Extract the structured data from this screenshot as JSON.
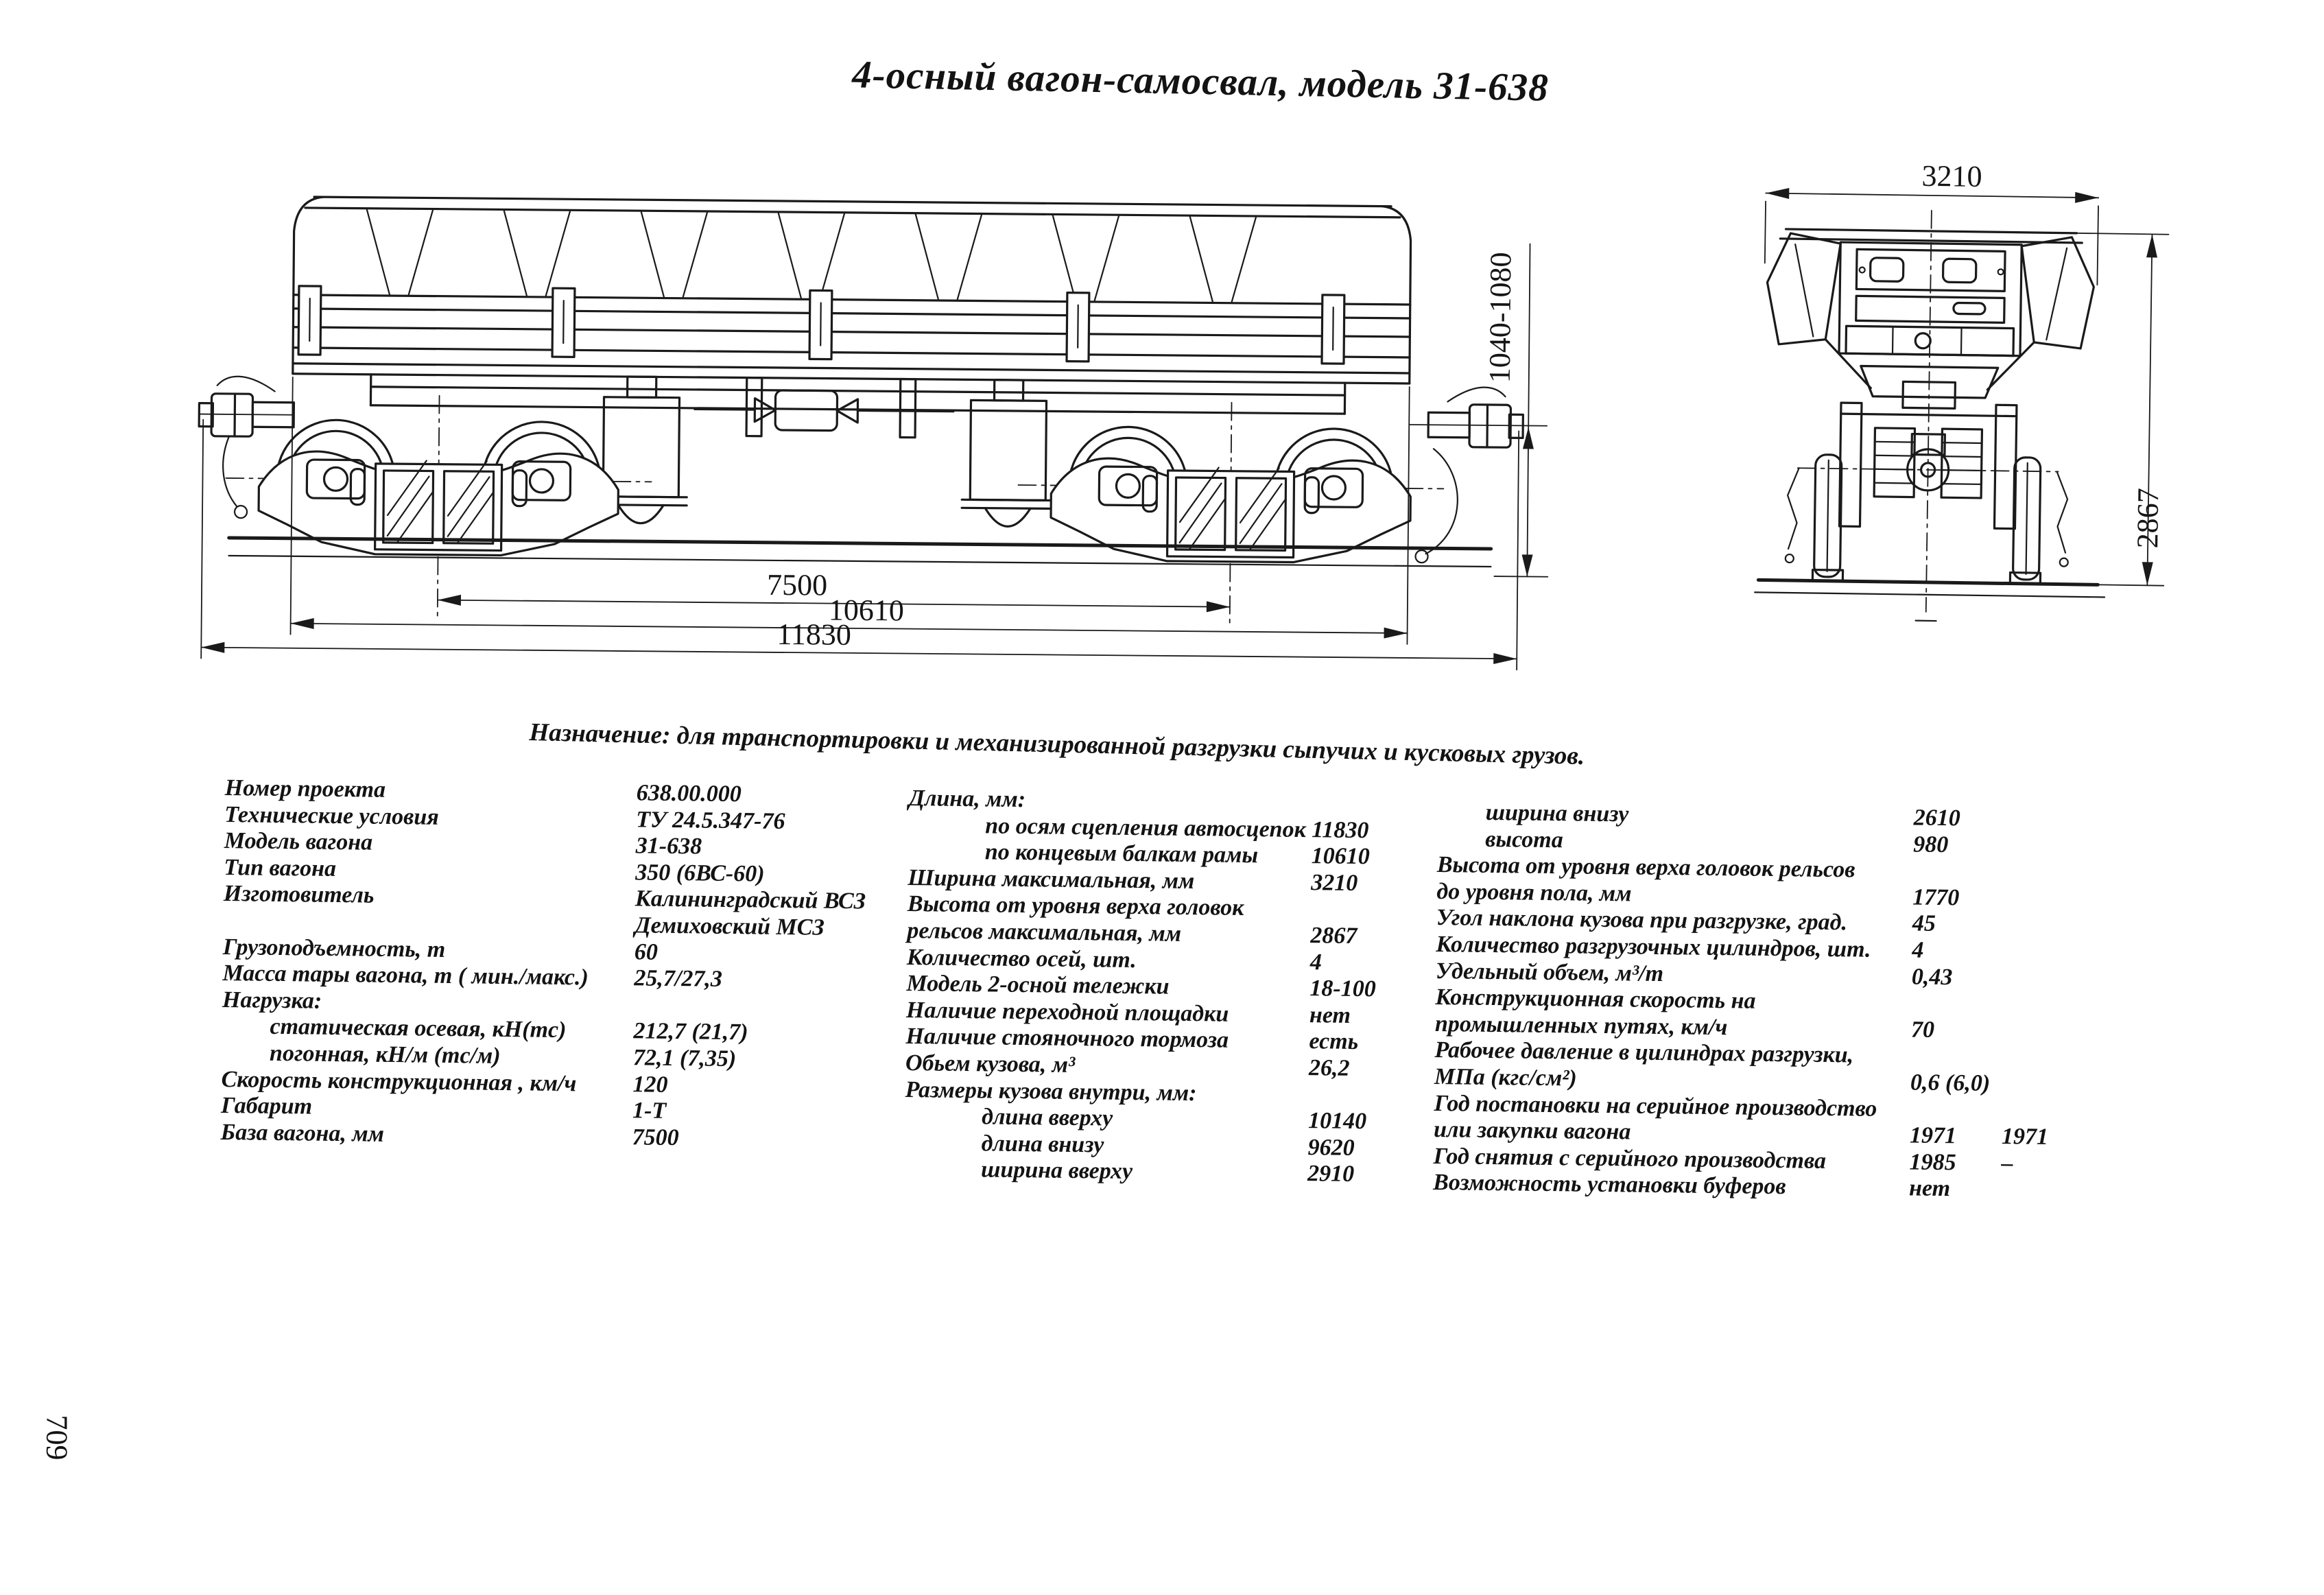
{
  "page": {
    "title": "4-осный вагон-самосвал, модель 31-638",
    "purpose": "Назначение: для транспортировки и механизированной разгрузки сыпучих и кусковых грузов.",
    "page_number": "709"
  },
  "drawing": {
    "side": {
      "base": "7500",
      "frame_length": "10610",
      "coupler_length": "11830",
      "coupler_height": "1040-1080"
    },
    "end": {
      "width": "3210",
      "height": "2867"
    }
  },
  "specs": {
    "left": {
      "rows": [
        {
          "label": "Номер проекта",
          "value": "638.00.000"
        },
        {
          "label": "Технические условия",
          "value": "ТУ 24.5.347-76"
        },
        {
          "label": "Модель вагона",
          "value": "31-638"
        },
        {
          "label": "Тип вагона",
          "value": "350 (6ВС-60)"
        },
        {
          "label": "Изготовитель",
          "value": "Калининградский ВСЗ"
        },
        {
          "label": "",
          "value": "Демиховский МСЗ"
        },
        {
          "label": "Грузоподъемность, т",
          "value": "60"
        },
        {
          "label": "Масса тары вагона, т ( мин./макс.)",
          "value": "25,7/27,3"
        },
        {
          "label": "Нагрузка:",
          "value": ""
        },
        {
          "label": "статическая осевая, кН(тс)",
          "value": "212,7 (21,7)"
        },
        {
          "label": "погонная, кН/м (тс/м)",
          "value": "72,1 (7,35)"
        },
        {
          "label": "Скорость конструкционная , км/ч",
          "value": "120"
        },
        {
          "label": "Габарит",
          "value": "1-Т"
        },
        {
          "label": "База вагона, мм",
          "value": "7500"
        }
      ]
    },
    "middle": {
      "rows": [
        {
          "label": "Длина, мм:",
          "value": ""
        },
        {
          "label": "по осям сцепления автосцепок",
          "value": "11830"
        },
        {
          "label": "по концевым балкам рамы",
          "value": "10610"
        },
        {
          "label": "Ширина максимальная, мм",
          "value": "3210"
        },
        {
          "label": "Высота от уровня верха головок",
          "value": ""
        },
        {
          "label": "рельсов максимальная, мм",
          "value": "2867"
        },
        {
          "label": "Количество осей, шт.",
          "value": "4"
        },
        {
          "label": "Модель 2-осной тележки",
          "value": "18-100"
        },
        {
          "label": "Наличие переходной площадки",
          "value": "нет"
        },
        {
          "label": "Наличие стояночного тормоза",
          "value": "есть"
        },
        {
          "label": "Обьем кузова, м³",
          "value": "26,2"
        },
        {
          "label": "Размеры кузова внутри, мм:",
          "value": ""
        },
        {
          "label": "длина вверху",
          "value": "10140"
        },
        {
          "label": "длина внизу",
          "value": "9620"
        },
        {
          "label": "ширина вверху",
          "value": "2910"
        }
      ]
    },
    "right": {
      "rows": [
        {
          "label": "ширина внизу",
          "value": "2610"
        },
        {
          "label": "высота",
          "value": "980"
        },
        {
          "label": "Высота от уровня верха головок рельсов",
          "value": ""
        },
        {
          "label": "до уровня пола, мм",
          "value": "1770"
        },
        {
          "label": "Угол наклона кузова при разгрузке, град.",
          "value": "45"
        },
        {
          "label": "Количество разгрузочных цилиндров, шт.",
          "value": "4"
        },
        {
          "label": "Удельный объем, м³/т",
          "value": "0,43"
        },
        {
          "label": "Конструкционная скорость на",
          "value": ""
        },
        {
          "label": "промышленных путях, км/ч",
          "value": "70"
        },
        {
          "label": "Рабочее давление в цилиндрах разгрузки,",
          "value": ""
        },
        {
          "label": "МПа (кгс/см²)",
          "value": "0,6 (6,0)"
        },
        {
          "label": "Год постановки на серийное производство",
          "value": ""
        },
        {
          "label": "или закупки вагона",
          "value": "1971",
          "value2": "1971"
        },
        {
          "label": "Год снятия с серийного производства",
          "value": "1985",
          "value2": "–"
        },
        {
          "label": "Возможность установки буферов",
          "value": "нет"
        }
      ]
    }
  }
}
